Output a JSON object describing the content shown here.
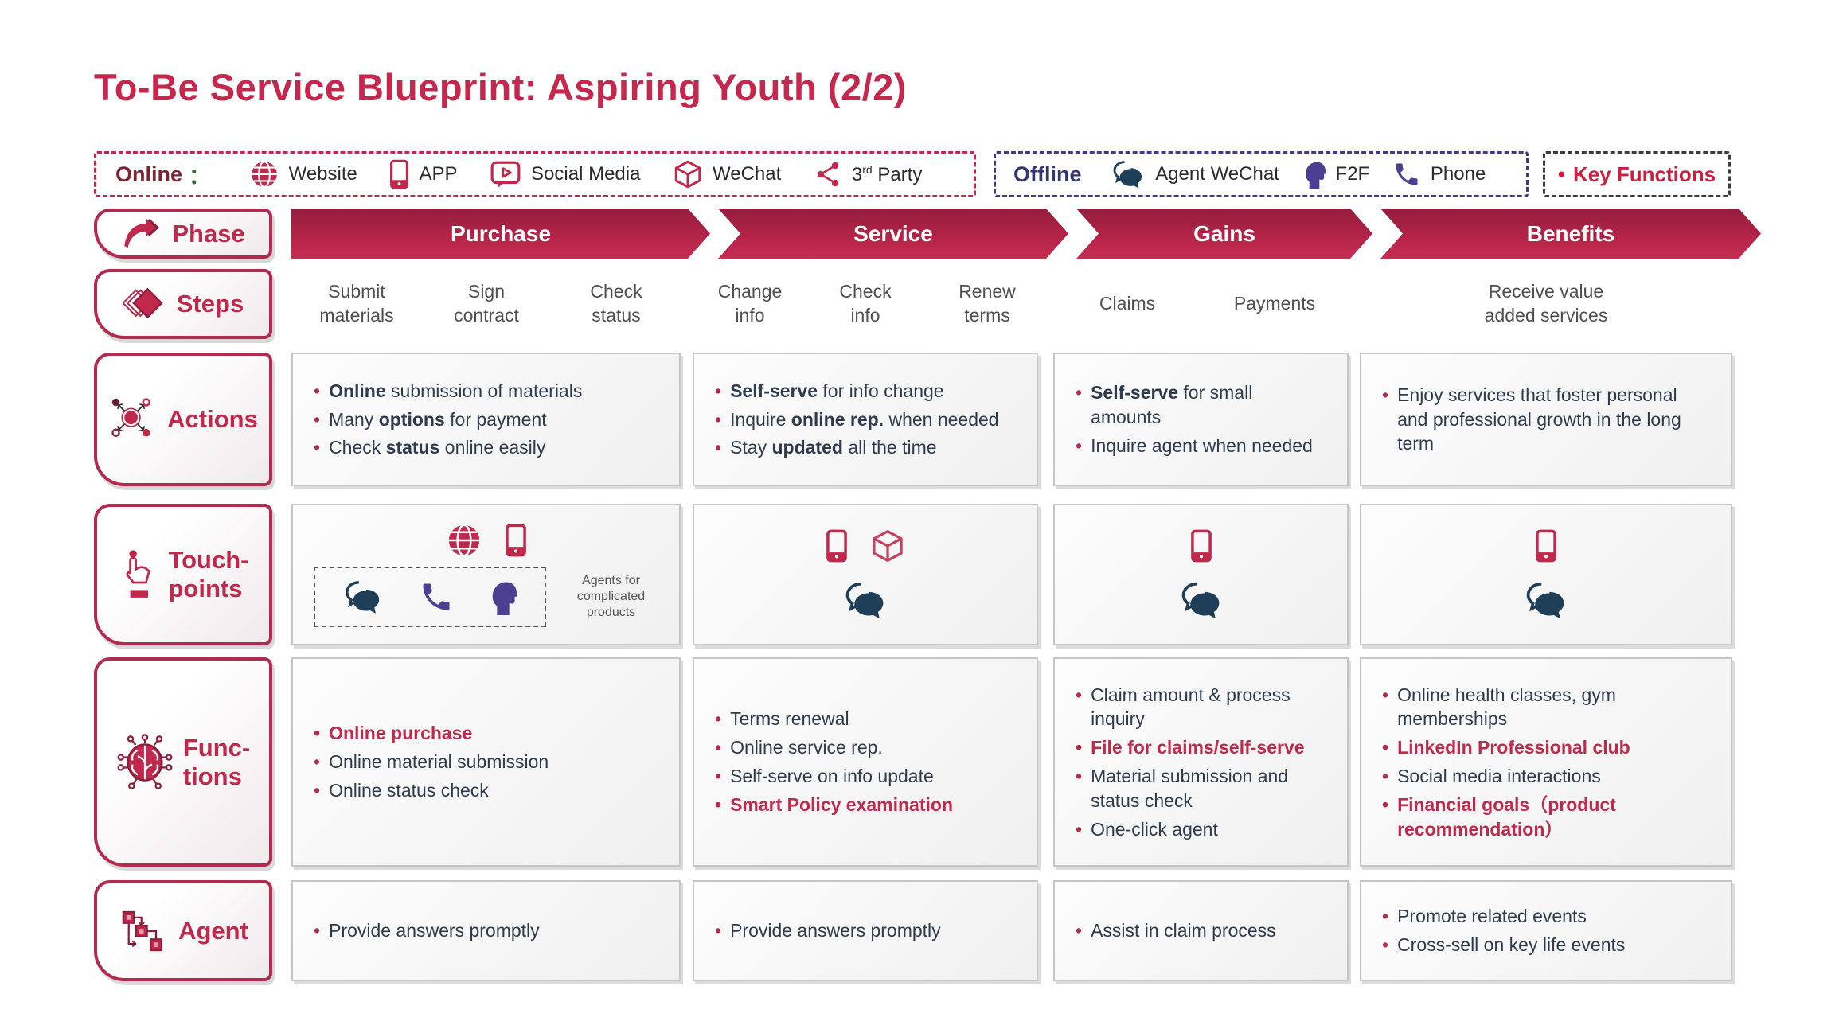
{
  "title": "To-Be Service Blueprint: Aspiring Youth (2/2)",
  "colors": {
    "accent_crimson": "#c0294c",
    "arrow_gradient_top": "#951e3e",
    "arrow_gradient_bottom": "#c72e52",
    "body_text": "#2e3b4e",
    "steps_text": "#4f4f4f",
    "online_title": "#7c2433",
    "online_colon_green": "#356b37",
    "offline_title": "#35356f",
    "offline_bubble": "#1f3f58",
    "offline_purple": "#4c3f92",
    "key_functions_red": "#cc1f3f"
  },
  "legend": {
    "online": {
      "label": "Online",
      "colon": "：",
      "items": [
        {
          "icon": "globe-icon",
          "label": "Website"
        },
        {
          "icon": "app-icon",
          "label": "APP"
        },
        {
          "icon": "social-media-icon",
          "label": "Social Media"
        },
        {
          "icon": "wechat-cube-icon",
          "label": "WeChat"
        },
        {
          "icon": "share-icon",
          "label_base": "3",
          "label_sup": "rd",
          "label_rest": " Party"
        }
      ]
    },
    "offline": {
      "label": "Offline",
      "items": [
        {
          "icon": "agent-wechat-icon",
          "label": "Agent WeChat"
        },
        {
          "icon": "f2f-icon",
          "label": "F2F"
        },
        {
          "icon": "phone-icon",
          "label": "Phone"
        }
      ]
    },
    "key_functions": {
      "bullet": "•",
      "label": "Key Functions"
    }
  },
  "row_labels": {
    "phase": "Phase",
    "steps": "Steps",
    "actions": "Actions",
    "touchpoints": "Touch-\npoints",
    "functions": "Func-\ntions",
    "agent": "Agent"
  },
  "phases": [
    "Purchase",
    "Service",
    "Gains",
    "Benefits"
  ],
  "steps": {
    "purchase": [
      "Submit\nmaterials",
      "Sign\ncontract",
      "Check\nstatus"
    ],
    "service": [
      "Change\ninfo",
      "Check\ninfo",
      "Renew\nterms"
    ],
    "gains": [
      "Claims",
      "Payments"
    ],
    "benefits": [
      "Receive value\nadded services"
    ]
  },
  "touchpoints": {
    "purchase": {
      "online_icons": [
        "globe-icon",
        "app-icon"
      ],
      "offline_icons": [
        "agent-wechat-icon",
        "phone-icon",
        "f2f-icon"
      ],
      "note": "Agents for\ncomplicated\nproducts"
    },
    "service": {
      "online_icons": [
        "app-icon",
        "wechat-cube-icon"
      ],
      "offline_icons": [
        "agent-wechat-icon"
      ]
    },
    "gains": {
      "online_icons": [
        "app-icon"
      ],
      "offline_icons": [
        "agent-wechat-icon"
      ]
    },
    "benefits": {
      "online_icons": [
        "app-icon"
      ],
      "offline_icons": [
        "agent-wechat-icon"
      ]
    }
  },
  "cells": {
    "actions-purchase": [
      [
        {
          "t": "Online",
          "s": "b"
        },
        {
          "t": " submission of materials",
          "s": ""
        }
      ],
      [
        {
          "t": "Many ",
          "s": ""
        },
        {
          "t": "options",
          "s": "b"
        },
        {
          "t": " for payment",
          "s": ""
        }
      ],
      [
        {
          "t": "Check ",
          "s": ""
        },
        {
          "t": "status",
          "s": "b"
        },
        {
          "t": " online easily",
          "s": ""
        }
      ]
    ],
    "actions-service": [
      [
        {
          "t": "Self-serve",
          "s": "b"
        },
        {
          "t": " for info change",
          "s": ""
        }
      ],
      [
        {
          "t": "Inquire ",
          "s": ""
        },
        {
          "t": "online rep.",
          "s": "b"
        },
        {
          "t": " when needed",
          "s": ""
        }
      ],
      [
        {
          "t": "Stay ",
          "s": ""
        },
        {
          "t": "updated",
          "s": "b"
        },
        {
          "t": " all the time",
          "s": ""
        }
      ]
    ],
    "actions-gains": [
      [
        {
          "t": "Self-serve",
          "s": "b"
        },
        {
          "t": " for small amounts",
          "s": ""
        }
      ],
      [
        {
          "t": "Inquire agent when needed",
          "s": ""
        }
      ]
    ],
    "actions-benefits": [
      [
        {
          "t": "Enjoy services that foster personal and professional growth in the long term",
          "s": ""
        }
      ]
    ],
    "functions-purchase": [
      [
        {
          "t": "Online purchase",
          "s": "r"
        }
      ],
      [
        {
          "t": "Online material submission",
          "s": ""
        }
      ],
      [
        {
          "t": "Online status check",
          "s": ""
        }
      ]
    ],
    "functions-service": [
      [
        {
          "t": "Terms renewal",
          "s": ""
        }
      ],
      [
        {
          "t": "Online service rep.",
          "s": ""
        }
      ],
      [
        {
          "t": "Self-serve on info update",
          "s": ""
        }
      ],
      [
        {
          "t": "Smart Policy examination",
          "s": "r"
        }
      ]
    ],
    "functions-gains": [
      [
        {
          "t": "Claim amount & process inquiry",
          "s": ""
        }
      ],
      [
        {
          "t": "File for claims/self-serve",
          "s": "r"
        }
      ],
      [
        {
          "t": "Material submission and status check",
          "s": ""
        }
      ],
      [
        {
          "t": "One-click agent",
          "s": ""
        }
      ]
    ],
    "functions-benefits": [
      [
        {
          "t": "Online health classes, gym memberships",
          "s": ""
        }
      ],
      [
        {
          "t": "LinkedIn Professional club",
          "s": "r"
        }
      ],
      [
        {
          "t": "Social media interactions",
          "s": ""
        }
      ],
      [
        {
          "t": "Financial goals（product recommendation）",
          "s": "r"
        }
      ]
    ],
    "agent-purchase": [
      [
        {
          "t": "Provide answers promptly",
          "s": ""
        }
      ]
    ],
    "agent-service": [
      [
        {
          "t": "Provide answers promptly",
          "s": ""
        }
      ]
    ],
    "agent-gains": [
      [
        {
          "t": "Assist in claim process",
          "s": ""
        }
      ]
    ],
    "agent-benefits": [
      [
        {
          "t": "Promote related events",
          "s": ""
        }
      ],
      [
        {
          "t": "Cross-sell on key life events",
          "s": ""
        }
      ]
    ]
  }
}
